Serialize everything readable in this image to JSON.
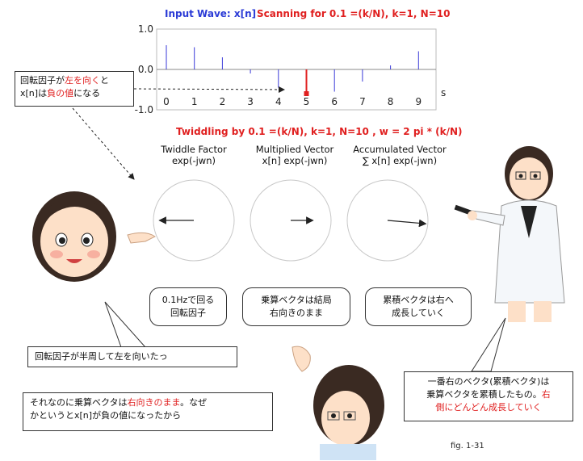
{
  "chart_data": {
    "type": "bar",
    "title_left": "Input Wave: x[n]",
    "title_right": "Scanning for  0.1 =(k/N), k=1, N=10",
    "x": [
      0,
      1,
      2,
      3,
      4,
      5,
      6,
      7,
      8,
      9
    ],
    "values": [
      0.6,
      0.55,
      0.3,
      -0.1,
      -0.45,
      -0.6,
      -0.55,
      -0.3,
      0.1,
      0.45
    ],
    "highlight_index": 5,
    "ylim": [
      -1.0,
      1.0
    ],
    "yticks": [
      "1.0",
      "0.0",
      "-1.0"
    ],
    "xticks": [
      "0",
      "1",
      "2",
      "3",
      "4",
      "5",
      "6",
      "7",
      "8",
      "9"
    ],
    "xunit": "s",
    "colors": {
      "bar": "#3a3ad8",
      "highlight": "#e02020"
    }
  },
  "twiddle": {
    "title": "Twiddling by  0.1 =(k/N), k=1, N=10  , w = 2 pi * (k/N)",
    "circles": [
      {
        "name": "Twiddle Factor",
        "formula": "exp(-jwn)",
        "angle_deg": 180,
        "length": 0.85
      },
      {
        "name": "Multiplied Vector",
        "formula": "x[n] exp(-jwn)",
        "angle_deg": 0,
        "length": 0.55
      },
      {
        "name": "Accumulated Vector",
        "formula": "∑ x[n] exp(-jwn)",
        "angle_deg": -5,
        "length": 0.95
      }
    ]
  },
  "callouts": {
    "top_left_1": "回転因子が",
    "top_left_red1": "左を向く",
    "top_left_2": "と",
    "top_left_3": "x[n]は",
    "top_left_red2": "負の値",
    "top_left_4": "になる",
    "bubble_a_1": "0.1Hzで回る",
    "bubble_a_2": "回転因子",
    "bubble_b_1": "乗算ベクタは結局",
    "bubble_b_2": "右向きのまま",
    "bubble_c_1": "累積ベクタは右へ",
    "bubble_c_2": "成長していく",
    "mid_left": "回転因子が半周して左を向いたっ",
    "bottom_left_1": "それなのに乗算ベクタは",
    "bottom_left_red": "右向きのまま",
    "bottom_left_2": "。なぜ",
    "bottom_left_3": "かというとx[n]が負の値になったから",
    "right_1": "一番右のベクタ(累積ベクタ)は",
    "right_2": "乗算ベクタを累積したもの。",
    "right_red1": "右",
    "right_red2": "側にどんどん成長していく"
  },
  "figure_label": "fig. 1-31"
}
